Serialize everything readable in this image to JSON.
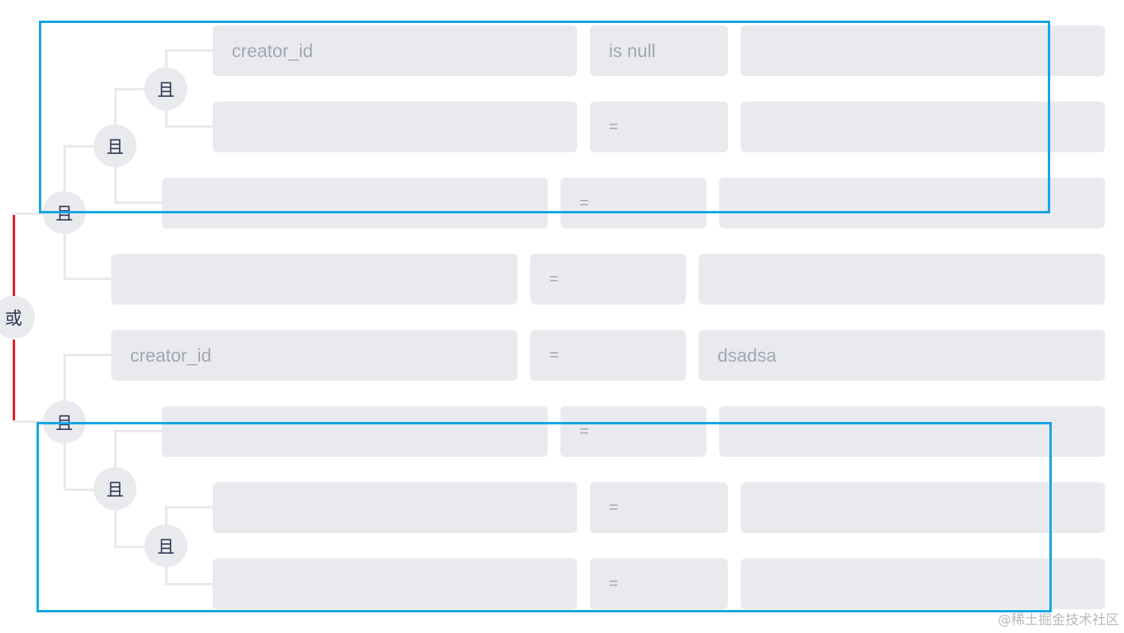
{
  "root_operator": "或",
  "group_operator": "且",
  "operators": {
    "eq": "=",
    "is_null": "is null"
  },
  "rows": [
    {
      "field": "creator_id",
      "operator": "is null",
      "value": ""
    },
    {
      "field": "",
      "operator": "=",
      "value": ""
    },
    {
      "field": "",
      "operator": "=",
      "value": ""
    },
    {
      "field": "",
      "operator": "=",
      "value": ""
    },
    {
      "field": "creator_id",
      "operator": "=",
      "value": "dsadsa"
    },
    {
      "field": "",
      "operator": "=",
      "value": ""
    },
    {
      "field": "",
      "operator": "=",
      "value": ""
    },
    {
      "field": "",
      "operator": "=",
      "value": ""
    }
  ],
  "highlight_color": "#14a5e3",
  "or_line_color": "#e8191e",
  "watermark": "@稀土掘金技术社区"
}
